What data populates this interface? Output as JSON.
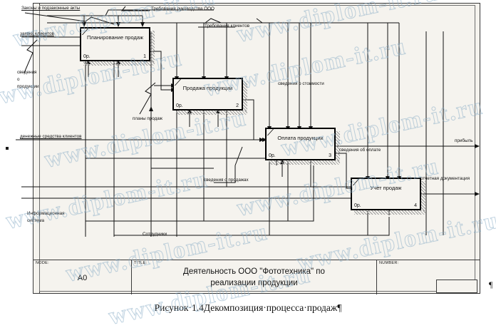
{
  "figure": {
    "caption": "Рисунок·1.4Декомпозиция·процесса·продаж¶",
    "watermark_text": "www.diplom-it.ru"
  },
  "title_block": {
    "node_caption": "NODE:",
    "node_value": "A0",
    "title_caption": "TITLE:",
    "title_line1": "Деятельность ООО \"Фототехника\" по",
    "title_line2": "реализации продукции",
    "number_caption": "NUMBER:",
    "number_value": ""
  },
  "activities": [
    {
      "id": "a1",
      "name": "Планирование продаж",
      "cost": "0р.",
      "number": "1"
    },
    {
      "id": "a2",
      "name": "Продажа продукции",
      "cost": "0р.",
      "number": "2"
    },
    {
      "id": "a3",
      "name": "Оплата продукции",
      "cost": "0р.",
      "number": "3"
    },
    {
      "id": "a4",
      "name": "Учет продаж",
      "cost": "0р.",
      "number": "4"
    }
  ],
  "arrows": {
    "laws": "Законы и подзаконные акты",
    "mgmt_requirements": "Требования руководства ООО",
    "client_requirements": "Требования клиентов",
    "client_orders": "заявки клиентов",
    "product_info_l1": "сведения",
    "product_info_l2": "о",
    "product_info_l3": "продукции",
    "sales_plans": "планы продаж",
    "client_money": "денежные средства клиентов",
    "cost_info": "сведения о стоимости",
    "sales_info": "сведения о продажах",
    "payment_info": "сведения об оплате",
    "profit": "прибыль",
    "report_docs": "отчетная документация",
    "info_system_l1": "Информационная",
    "info_system_l2": "система",
    "employees": "Сотрудники"
  },
  "colors": {
    "paper": "#f5f3ee",
    "ink": "#111111",
    "frame": "#3a3a3a",
    "watermark": "#8cafc8"
  }
}
